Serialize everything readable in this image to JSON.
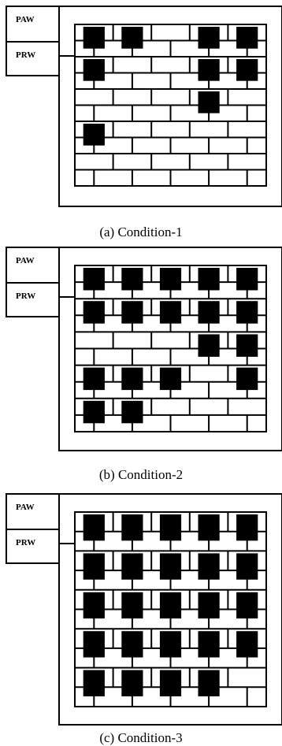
{
  "panels": [
    {
      "caption": "(a) Condition-1",
      "side_labels": [
        "PAW",
        "PRW"
      ],
      "filled_blocks": [
        [
          0,
          1
        ],
        [
          0,
          2
        ],
        [
          0,
          4
        ],
        [
          0,
          5
        ],
        [
          1,
          1
        ],
        [
          1,
          4
        ],
        [
          1,
          5
        ],
        [
          2,
          4
        ],
        [
          3,
          1
        ]
      ]
    },
    {
      "caption": "(b) Condition-2",
      "side_labels": [
        "PAW",
        "PRW"
      ],
      "filled_blocks": [
        [
          0,
          1
        ],
        [
          0,
          2
        ],
        [
          0,
          3
        ],
        [
          0,
          4
        ],
        [
          0,
          5
        ],
        [
          1,
          1
        ],
        [
          1,
          2
        ],
        [
          1,
          3
        ],
        [
          1,
          4
        ],
        [
          1,
          5
        ],
        [
          2,
          4
        ],
        [
          2,
          5
        ],
        [
          3,
          1
        ],
        [
          3,
          2
        ],
        [
          3,
          3
        ],
        [
          3,
          5
        ],
        [
          4,
          1
        ],
        [
          4,
          2
        ]
      ]
    },
    {
      "caption": "(c) Condition-3",
      "side_labels": [
        "PAW",
        "PRW"
      ],
      "filled_blocks": [
        [
          0,
          1
        ],
        [
          0,
          2
        ],
        [
          0,
          3
        ],
        [
          0,
          4
        ],
        [
          0,
          5
        ],
        [
          1,
          1
        ],
        [
          1,
          2
        ],
        [
          1,
          3
        ],
        [
          1,
          4
        ],
        [
          1,
          5
        ],
        [
          2,
          1
        ],
        [
          2,
          2
        ],
        [
          2,
          3
        ],
        [
          2,
          4
        ],
        [
          2,
          5
        ],
        [
          3,
          1
        ],
        [
          3,
          2
        ],
        [
          3,
          3
        ],
        [
          3,
          4
        ],
        [
          3,
          5
        ],
        [
          4,
          1
        ],
        [
          4,
          2
        ],
        [
          4,
          3
        ],
        [
          4,
          4
        ]
      ]
    }
  ],
  "colors": {
    "stroke": "#000000",
    "fill": "#000000",
    "background": "#ffffff"
  },
  "grid": {
    "columns": 5
  }
}
